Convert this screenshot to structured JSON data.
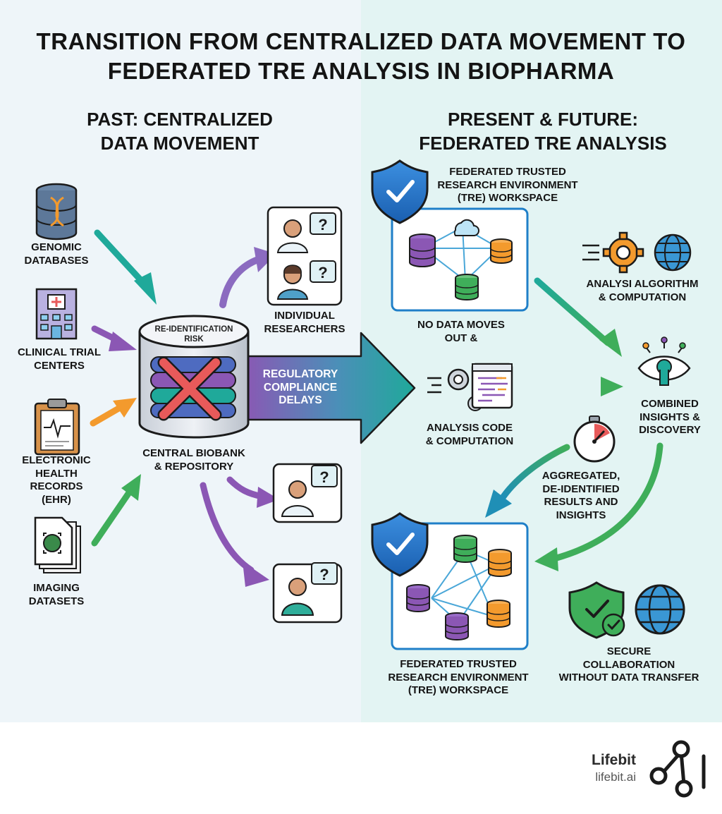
{
  "title": "TRANSITION FROM CENTRALIZED DATA MOVEMENT TO FEDERATED TRE ANALYSIS IN BIOPHARMA",
  "left": {
    "heading_line1": "PAST: CENTRALIZED",
    "heading_line2": "DATA MOVEMENT",
    "sources": {
      "genomic": [
        "GENOMIC",
        "DATABASES"
      ],
      "clinical": [
        "CLINICAL TRIAL",
        "CENTERS"
      ],
      "ehr": [
        "ELECTRONIC",
        "HEALTH",
        "RECORDS",
        "(EHR)"
      ],
      "imaging": [
        "IMAGING",
        "DATASETS"
      ]
    },
    "central": {
      "risk": [
        "RE-IDENTIFICATION",
        "RISK"
      ],
      "label": [
        "CENTRAL BIOBANK",
        "& REPOSITORY"
      ]
    },
    "researchers_label": [
      "INDIVIDUAL",
      "RESEARCHERS"
    ],
    "band_label": [
      "REGULATORY",
      "COMPLIANCE",
      "DELAYS"
    ]
  },
  "right": {
    "heading_line1": "PRESENT & FUTURE:",
    "heading_line2": "FEDERATED TRE ANALYSIS",
    "tre_top_label": [
      "FEDERATED TRUSTED",
      "RESEARCH ENVIRONMENT",
      "(TRE) WORKSPACE"
    ],
    "no_data_label": [
      "NO DATA MOVES",
      "OUT &"
    ],
    "algorithm_label": [
      "ANALYSI ALGORITHM",
      "& COMPUTATION"
    ],
    "code_label": [
      "ANALYSIS CODE",
      "& COMPUTATION"
    ],
    "insights_label": [
      "COMBINED",
      "INSIGHTS &",
      "DISCOVERY"
    ],
    "aggregated_label": [
      "AGGREGATED,",
      "DE-IDENTIFIED",
      "RESULTS AND",
      "INSIGHTS"
    ],
    "tre_bottom_label": [
      "FEDERATED TRUSTED",
      "RESEARCH ENVIRONMENT",
      "(TRE) WORKSPACE"
    ],
    "secure_label": [
      "SECURE",
      "COLLABORATION",
      "WITHOUT DATA TRANSFER"
    ]
  },
  "brand": {
    "name": "Lifebit",
    "url": "lifebit.ai"
  },
  "colors": {
    "teal": "#1fa99a",
    "purple": "#8b57b4",
    "orange": "#f39a2d",
    "green": "#3fae5a",
    "blue": "#1f6fb6",
    "red_x": "#e85a5a"
  }
}
